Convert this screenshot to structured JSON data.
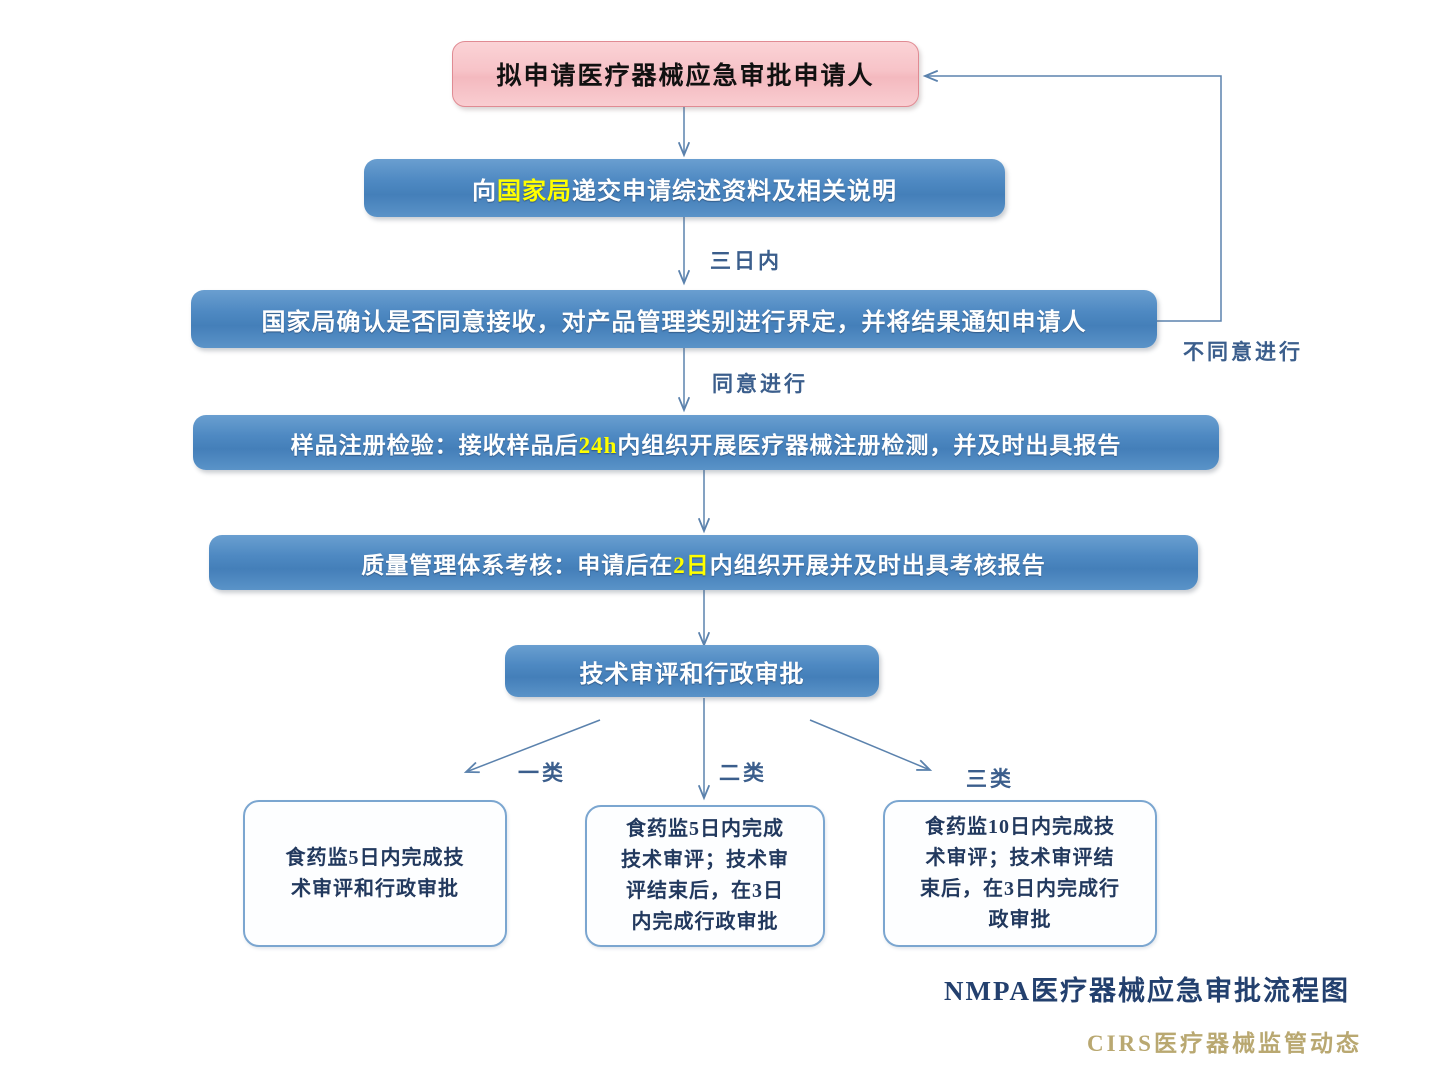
{
  "diagram": {
    "title": "NMPA医疗器械应急审批流程图",
    "watermark": "CIRS医疗器械监管动态",
    "colors": {
      "process_fill": "#4e89c2",
      "process_border": "#2f527e",
      "start_fill": "#f7c3c8",
      "start_border": "#e08b93",
      "outcome_border": "#7ba6d0",
      "outcome_text": "#22395e",
      "highlight": "#ffff00",
      "edge": "#5b82ad",
      "title_color": "#23406e",
      "watermark_color": "#b9a871"
    }
  },
  "nodes": {
    "applicant": {
      "text": "拟申请医疗器械应急审批申请人"
    },
    "submit": {
      "pre": "向",
      "highlight": "国家局",
      "post": "递交申请综述资料及相关说明"
    },
    "confirm": {
      "text": "国家局确认是否同意接收，对产品管理类别进行界定，并将结果通知申请人"
    },
    "sample_test": {
      "pre": "样品注册检验：接收样品后",
      "highlight": "24h",
      "post": "内组织开展医疗器械注册检测，并及时出具报告"
    },
    "quality_audit": {
      "pre": "质量管理体系考核：申请后在",
      "highlight": "2日",
      "post": "内组织开展并及时出具考核报告"
    },
    "review": {
      "text": "技术审评和行政审批"
    },
    "class1": {
      "lines": [
        "食药监5日内完成技",
        "术审评和行政审批"
      ]
    },
    "class2": {
      "lines": [
        "食药监5日内完成",
        "技术审评；技术审",
        "评结束后，在3日",
        "内完成行政审批"
      ]
    },
    "class3": {
      "lines": [
        "食药监10日内完成技",
        "术审评；技术审评结",
        "束后，在3日内完成行",
        "政审批"
      ]
    }
  },
  "edge_labels": {
    "three_days": "三日内",
    "agree": "同意进行",
    "disagree": "不同意进行",
    "class1": "一类",
    "class2": "二类",
    "class3": "三类"
  }
}
